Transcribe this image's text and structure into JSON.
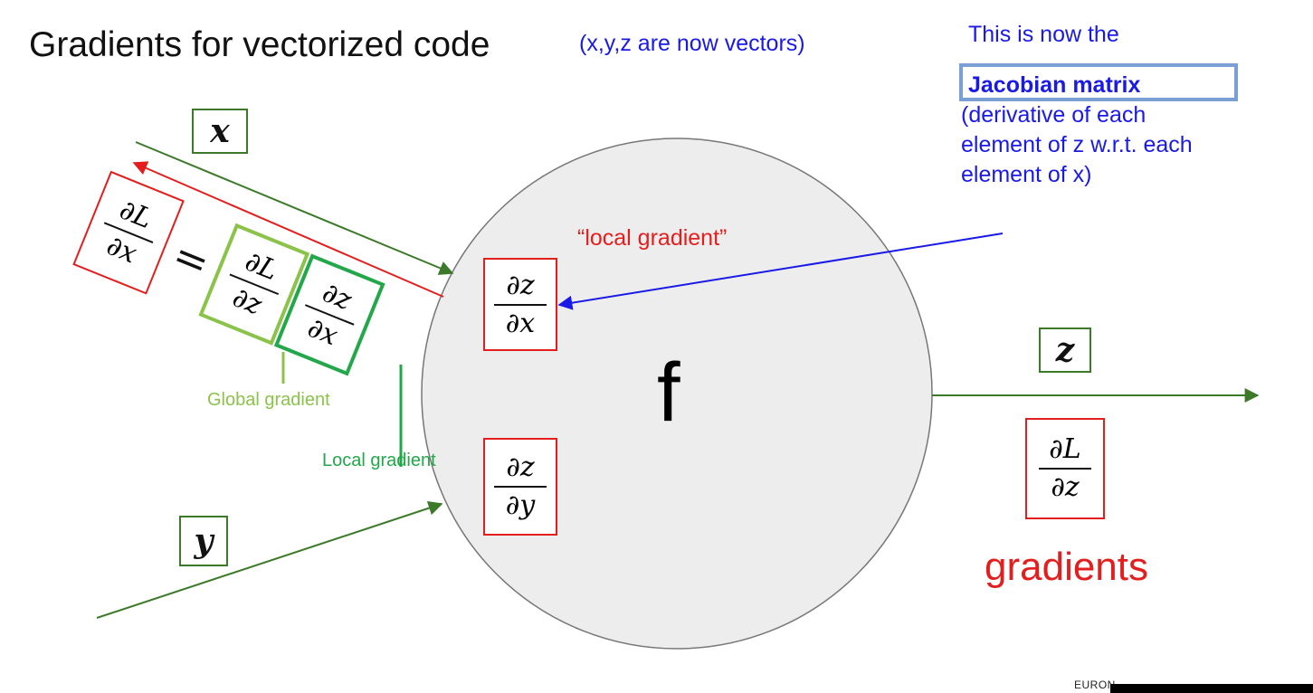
{
  "title": "Gradients for vectorized code",
  "title_note": "(x,y,z are now vectors)",
  "jacobian_note": {
    "line1": "This is now the",
    "bold": "Jacobian matrix",
    "lines": [
      "(derivative of each",
      "element of z w.r.t. each",
      "element of x)"
    ]
  },
  "local_gradient_red": "“local gradient”",
  "node_label": "f",
  "gradients_label": "gradients",
  "global_gradient_label": "Global gradient",
  "local_gradient_label": "Local gradient",
  "vars": {
    "x": "x",
    "y": "y",
    "z": "z"
  },
  "fractions": {
    "dz_dx": {
      "num": "∂z",
      "den": "∂x"
    },
    "dz_dy": {
      "num": "∂z",
      "den": "∂y"
    },
    "dL_dz": {
      "num": "∂L",
      "den": "∂z"
    },
    "dL_dx": {
      "num": "∂L",
      "den": "∂x"
    },
    "eq": "=",
    "chain_dL_dz": {
      "num": "∂L",
      "den": "∂z"
    },
    "chain_dz_dx": {
      "num": "∂z",
      "den": "∂x"
    }
  },
  "footer": "EURON",
  "colors": {
    "blue": "#1a1ae6",
    "red": "#e31e1e",
    "green_arrow": "#3c7a2a",
    "light_green": "#8bc34a",
    "mid_green": "#22a84a",
    "jacobian_box": "#7a9fd4"
  }
}
